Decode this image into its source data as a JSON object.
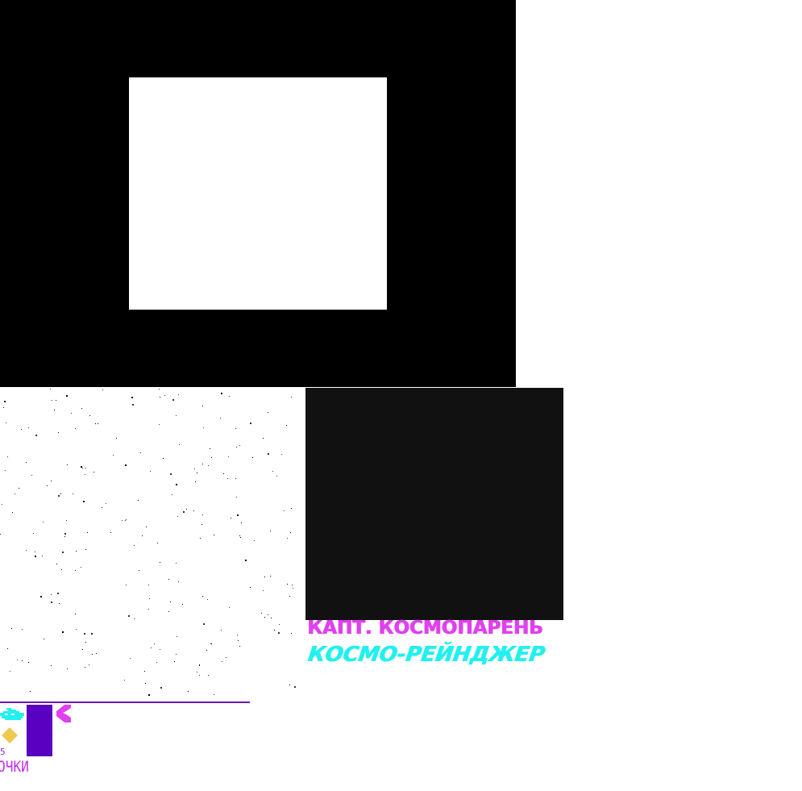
{
  "title_screen": {
    "captain_label": "КАПТ. КОСМОПАРЕНЬ",
    "game_title": "КОСМО-РЕЙНДЖЕР"
  },
  "hud": {
    "small_glyph": "5",
    "score_label": "ОЧКИ",
    "energy_level_percent": 100,
    "ship_icon": "ship-icon",
    "gem_icon": "gem-icon",
    "heart_icon": "heart-icon"
  },
  "colors": {
    "magenta": "#e040f0",
    "cyan": "#22f0ef",
    "purple": "#5a00c0",
    "gold": "#f0c850",
    "panel": "#111111"
  }
}
